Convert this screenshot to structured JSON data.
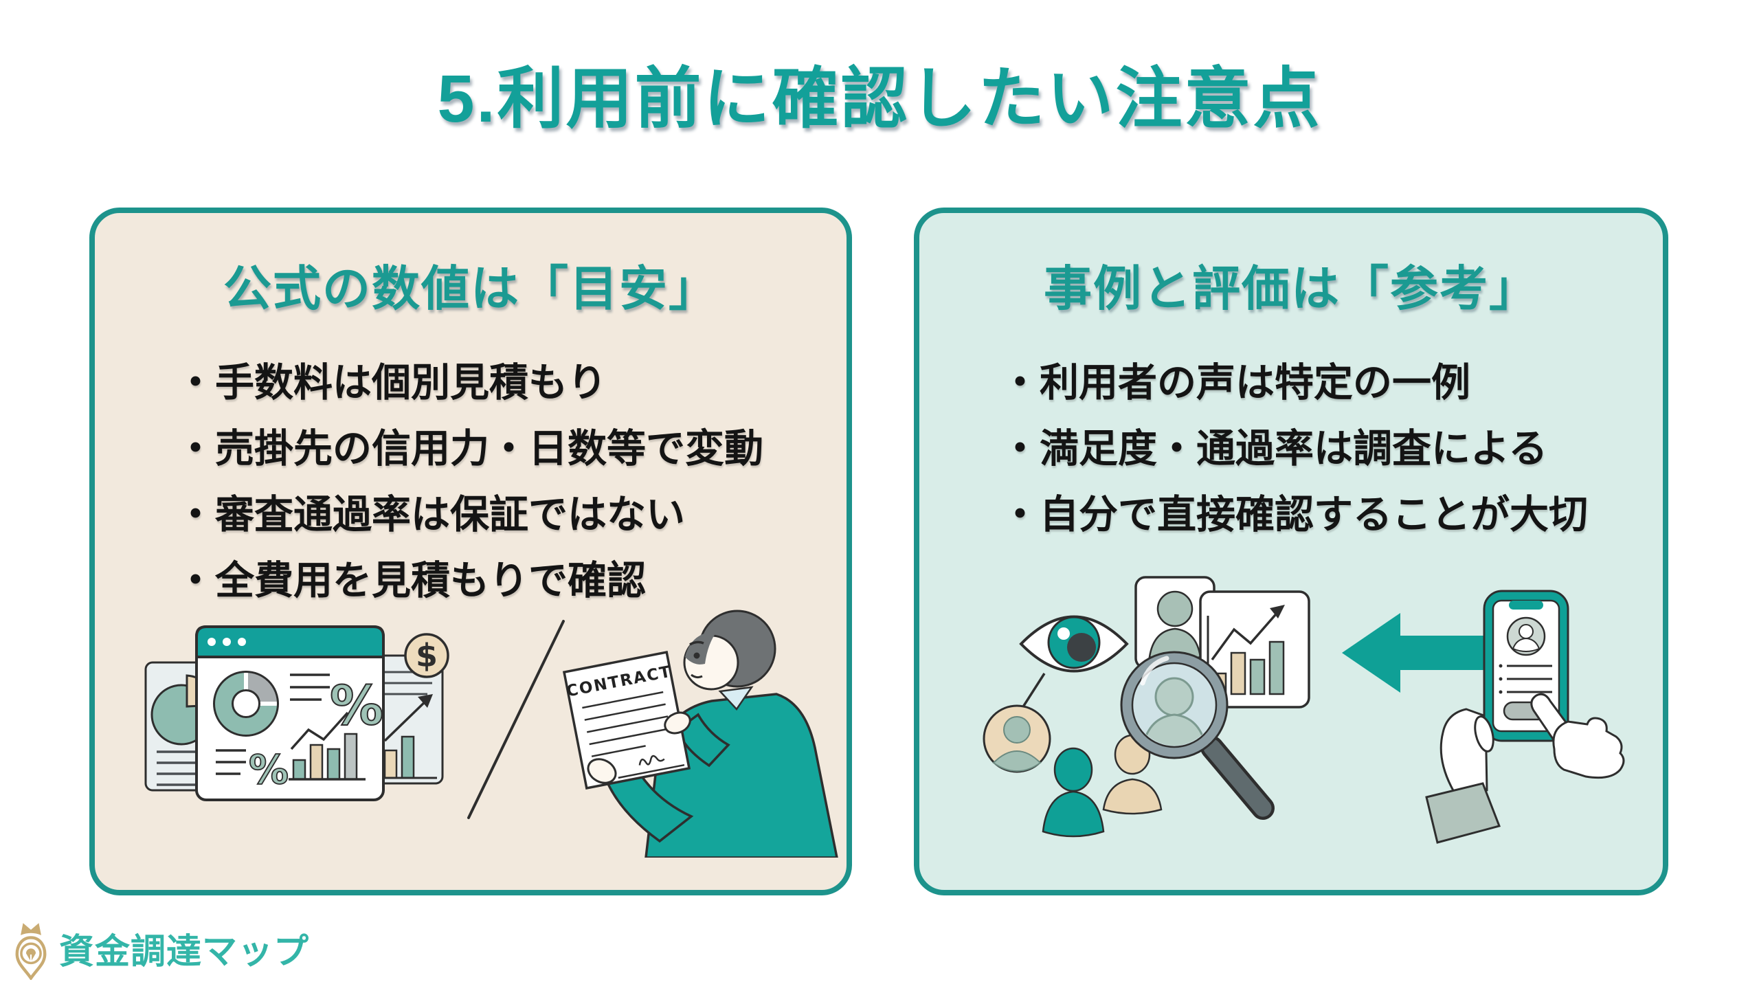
{
  "page": {
    "title": "5.利用前に確認したい注意点"
  },
  "colors": {
    "accent_teal": "#13a099",
    "card_border_teal": "#1d938c",
    "left_card_bg": "#f2e9dd",
    "right_card_bg": "#d9ede8",
    "body_text": "#141414",
    "illustration_teal": "#14a59b",
    "illustration_sage": "#8ebcb0",
    "illustration_beige": "#ead8b8",
    "logo_gold": "#c9ab72",
    "logo_teal": "#33b5a8"
  },
  "left_card": {
    "title": "公式の数値は「目安」",
    "bullets": [
      "・手数料は個別見積もり",
      "・売掛先の信用力・日数等で変動",
      "・審査通過率は保証ではない",
      "・全費用を見積もりで確認"
    ],
    "illustration": {
      "contract_title": "CONTRACT",
      "coin_symbol": "$",
      "percent_large": "%",
      "percent_small": "%"
    }
  },
  "right_card": {
    "title": "事例と評価は「参考」",
    "bullets": [
      "・利用者の声は特定の一例",
      "・満足度・通過率は調査による",
      "・自分で直接確認することが大切"
    ]
  },
  "footer": {
    "brand_name": "資金調達マップ"
  }
}
